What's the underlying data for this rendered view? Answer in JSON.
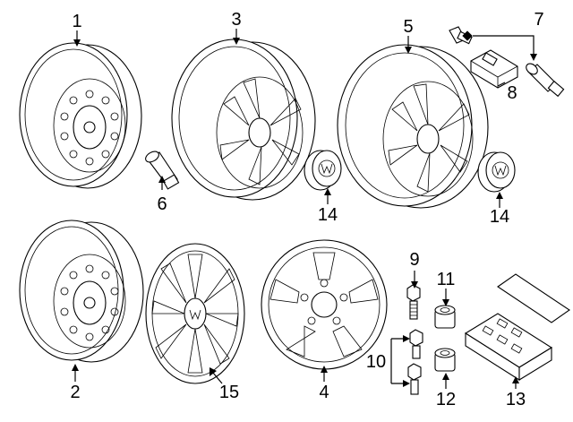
{
  "callouts": {
    "c1": "1",
    "c2": "2",
    "c3": "3",
    "c4": "4",
    "c5": "5",
    "c6": "6",
    "c7": "7",
    "c8": "8",
    "c9": "9",
    "c10": "10",
    "c11": "11",
    "c12": "12",
    "c13": "13",
    "c14a": "14",
    "c14b": "14",
    "c15": "15"
  },
  "icons": [
    "steel-wheel",
    "alloy-wheel",
    "wheel-cover",
    "center-cap",
    "valve-stem",
    "tire-pressure-sensor",
    "lug-bolt",
    "locking-bolt-key",
    "wheel-lock-kit"
  ]
}
